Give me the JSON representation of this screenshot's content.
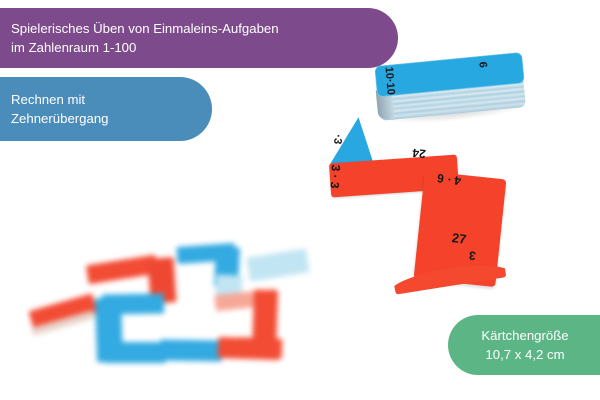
{
  "banners": {
    "title_line1": "Spielerisches Üben von Einmaleins-Aufgaben",
    "title_line2": "im Zahlenraum 1-100",
    "subtitle_line1": "Rechnen mit",
    "subtitle_line2": "Zehnerübergang",
    "size_line1": "Kärtchengröße",
    "size_line2": "10,7 x 4,2 cm"
  },
  "colors": {
    "purple": "#7d4a8c",
    "blue": "#4a8cba",
    "green": "#5cb585",
    "card_red": "#f4432a",
    "card_blue": "#29a7e0",
    "background": "#ffffff"
  },
  "photo": {
    "foreground_cards": [
      {
        "name": "card-stack-top",
        "text": "10·10"
      },
      {
        "name": "card-stack-top-right",
        "text": "6"
      },
      {
        "name": "card-triangle-blue",
        "text": "·3"
      },
      {
        "name": "card-bar-left",
        "text": "3 · 3"
      },
      {
        "name": "card-bar-top",
        "text": "24"
      },
      {
        "name": "card-bar-vertical-top",
        "text": "4 · 6"
      },
      {
        "name": "card-bar-vertical-bottom",
        "text": "27"
      },
      {
        "name": "card-sliver-bottom",
        "text": "3"
      }
    ]
  }
}
